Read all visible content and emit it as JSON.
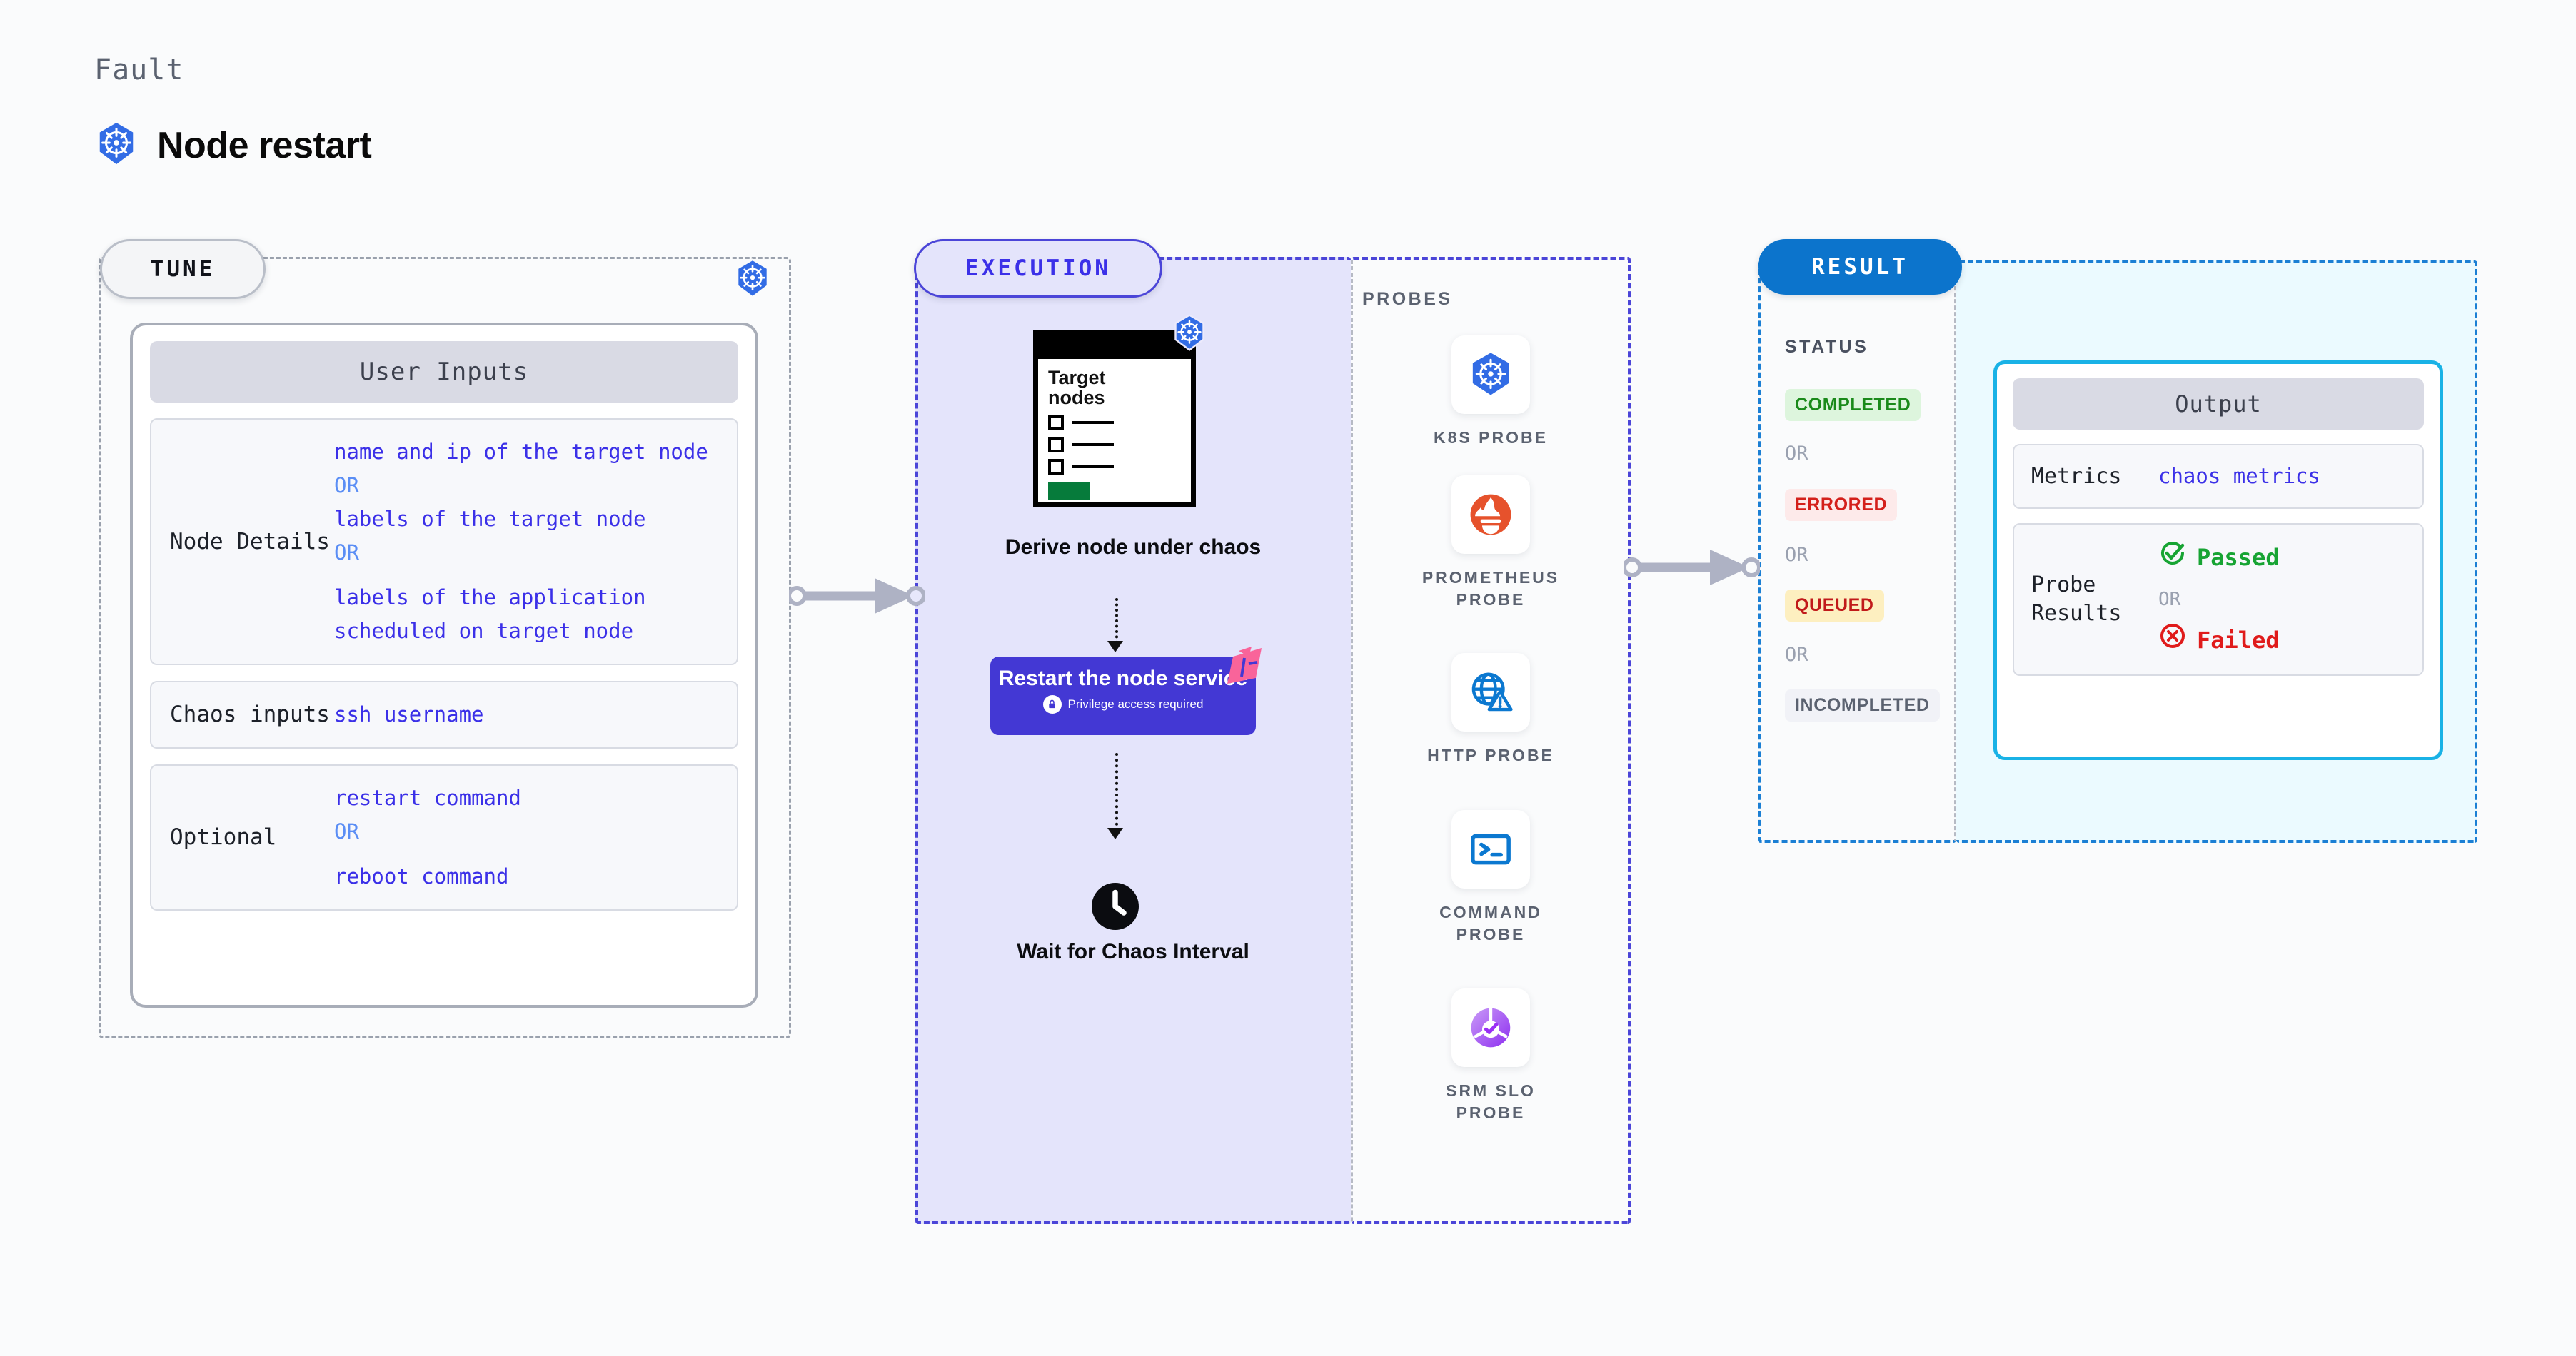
{
  "header": {
    "eyebrow": "Fault",
    "title": "Node restart",
    "icon": "kubernetes-icon"
  },
  "colors": {
    "brand_blue": "#3b30e8",
    "k8s_blue": "#326ce5",
    "execution_purple": "#4338d4",
    "result_blue": "#0c74cc",
    "output_cyan": "#19b2e6",
    "pass_green": "#17a433",
    "fail_red": "#e01b1b",
    "ribbon_pink": "#f9649a"
  },
  "tune": {
    "pill_label": "TUNE",
    "card_title": "User Inputs",
    "rows": [
      {
        "key": "Node Details",
        "lines": [
          {
            "text": "name and ip of the target node",
            "style": "value"
          },
          {
            "text": "OR",
            "style": "or"
          },
          {
            "text": "labels of the target node",
            "style": "value"
          },
          {
            "text": "OR",
            "style": "or"
          },
          {
            "text": "labels of the application scheduled on target node",
            "style": "value"
          }
        ]
      },
      {
        "key": "Chaos inputs",
        "lines": [
          {
            "text": "ssh username",
            "style": "value"
          }
        ]
      },
      {
        "key": "Optional",
        "lines": [
          {
            "text": "restart command",
            "style": "value"
          },
          {
            "text": "OR",
            "style": "or"
          },
          {
            "text": "reboot command",
            "style": "value"
          }
        ]
      }
    ]
  },
  "execution": {
    "pill_label": "EXECUTION",
    "target_card": {
      "title_line1": "Target",
      "title_line2": "nodes",
      "checkbox_count": 3,
      "badge_icon": "kubernetes-icon"
    },
    "step_derive": "Derive node under chaos",
    "step_restart": {
      "title": "Restart the node service",
      "subtitle": "Privilege access required",
      "lock_icon": "lock-icon",
      "ribbon_icon": "flag-ribbon-icon"
    },
    "step_wait": "Wait for Chaos Interval",
    "probes_label": "PROBES",
    "probes": [
      {
        "label": "K8S PROBE",
        "icon": "kubernetes-icon"
      },
      {
        "label": "PROMETHEUS PROBE",
        "icon": "prometheus-icon"
      },
      {
        "label": "HTTP PROBE",
        "icon": "globe-warning-icon"
      },
      {
        "label": "COMMAND PROBE",
        "icon": "terminal-icon"
      },
      {
        "label": "SRM SLO PROBE",
        "icon": "slo-donut-icon"
      }
    ]
  },
  "result": {
    "pill_label": "RESULT",
    "status_label": "STATUS",
    "or_label": "OR",
    "statuses": [
      {
        "text": "COMPLETED",
        "bg": "#ddf5dd",
        "fg": "#1a8a1a"
      },
      {
        "text": "ERRORED",
        "bg": "#fdeaea",
        "fg": "#d4201b"
      },
      {
        "text": "QUEUED",
        "bg": "#fdefc0",
        "fg": "#c11a1a"
      },
      {
        "text": "INCOMPLETED",
        "bg": "#f1f2f7",
        "fg": "#5b6270"
      }
    ],
    "output": {
      "title": "Output",
      "metrics_key": "Metrics",
      "metrics_value": "chaos metrics",
      "probe_results_key": "Probe Results",
      "passed": "Passed",
      "or_label": "OR",
      "failed": "Failed",
      "pass_icon": "check-circle-icon",
      "fail_icon": "x-circle-icon"
    }
  }
}
